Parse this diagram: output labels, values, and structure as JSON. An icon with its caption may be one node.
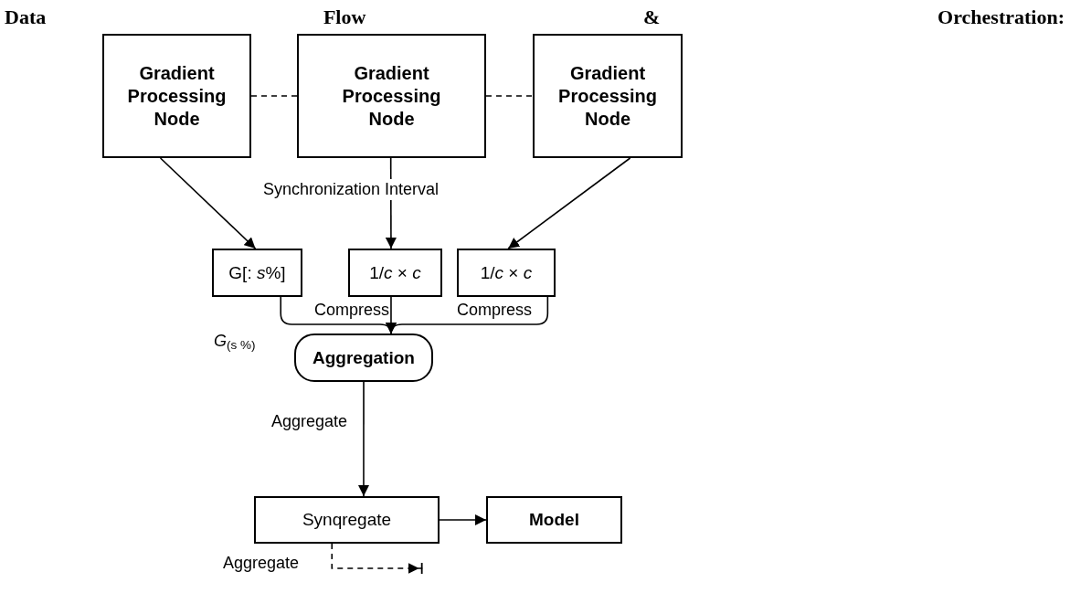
{
  "diagram": {
    "title": "Data Flow & Orchestration:",
    "nodes": [
      {
        "text": [
          "Gradient Processing Node"
        ]
      },
      {
        "text": [
          "Gradient Processing Node"
        ]
      },
      {
        "text": [
          "Gradient Processing Node"
        ]
      },
      {
        "text": [
          "G[: *s*%]"
        ]
      },
      {
        "text": [
          "1/*c* × *c*"
        ],
        "beside": [
          "Compress"
        ]
      },
      {
        "text": [
          "1/*c* × *c*"
        ],
        "beside": [
          "Compress"
        ]
      },
      {
        "text": [
          "Aggregation"
        ]
      },
      {
        "text": [
          "Synqregate"
        ]
      },
      {
        "text": [
          "Model"
        ]
      }
    ],
    "edges": [
      {
        "from": 0,
        "to": 1,
        "arrow": "none",
        "style": "dashed"
      },
      {
        "from": 1,
        "to": 2,
        "arrow": "none",
        "style": "dashed"
      },
      {
        "from": 0,
        "to": 3,
        "arrow": "to"
      },
      {
        "from": 1,
        "to": 4,
        "arrow": "to",
        "label": "Synchronization Interval"
      },
      {
        "from": 2,
        "to": 5,
        "arrow": "to"
      },
      {
        "from": 3,
        "to": 6,
        "arrow": "to",
        "label": "*G*$_{(s %)}$"
      },
      {
        "from": 4,
        "to": 6,
        "arrow": "to"
      },
      {
        "from": 5,
        "to": 6,
        "arrow": "to"
      },
      {
        "from": 6,
        "to": 7,
        "arrow": "to",
        "label": "Aggregate"
      },
      {
        "from": 7,
        "to": 8,
        "arrow": "to"
      },
      {
        "from": 7,
        "to": null,
        "arrow": "to",
        "style": "dashed",
        "label": "Aggregate"
      }
    ]
  }
}
